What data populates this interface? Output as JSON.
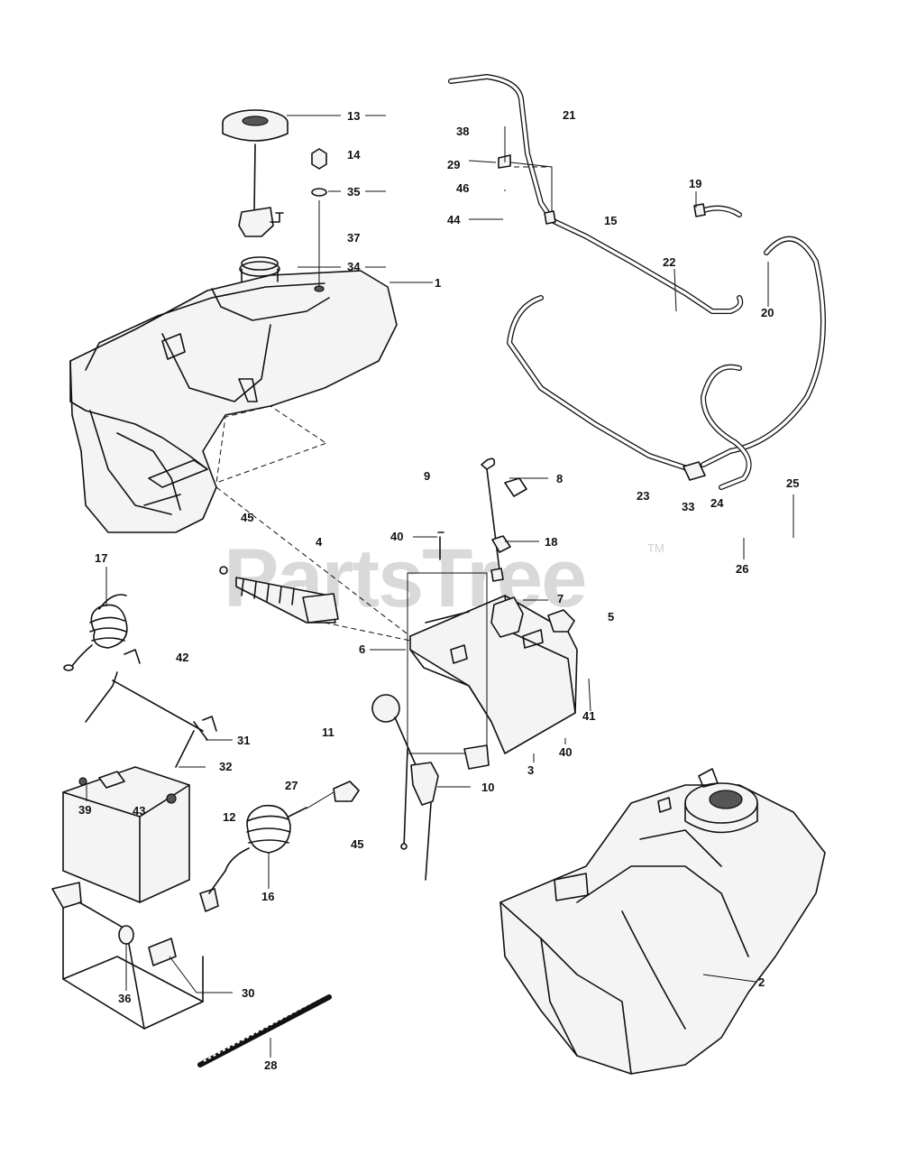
{
  "watermark": {
    "text": "PartsTree",
    "trademark": "TM"
  },
  "callouts": {
    "c1": "1",
    "c2": "2",
    "c3": "3",
    "c4": "4",
    "c5": "5",
    "c6": "6",
    "c7": "7",
    "c8": "8",
    "c9": "9",
    "c10": "10",
    "c11": "11",
    "c12": "12",
    "c13": "13",
    "c14": "14",
    "c15": "15",
    "c16": "16",
    "c17": "17",
    "c18": "18",
    "c19": "19",
    "c20": "20",
    "c21": "21",
    "c22": "22",
    "c23": "23",
    "c24": "24",
    "c25": "25",
    "c26": "26",
    "c27": "27",
    "c28": "28",
    "c29": "29",
    "c30": "30",
    "c31": "31",
    "c32": "32",
    "c33": "33",
    "c34": "34",
    "c35": "35",
    "c36": "36",
    "c37": "37",
    "c38": "38",
    "c39": "39",
    "c40a": "40",
    "c40b": "40",
    "c41": "41",
    "c42": "42",
    "c43": "43",
    "c44": "44",
    "c45a": "45",
    "c45b": "45",
    "c46": "46"
  }
}
